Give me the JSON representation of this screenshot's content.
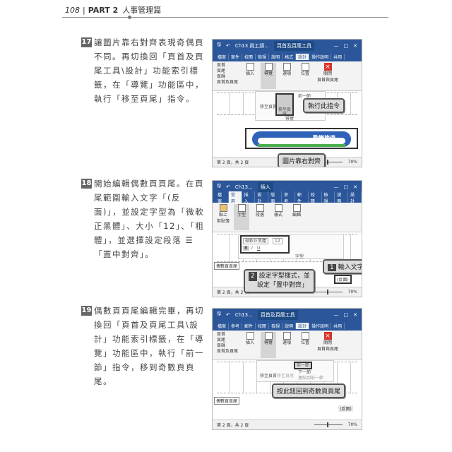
{
  "header": {
    "page_number": "108",
    "part": "PART 2",
    "chapter": "人事管理篇"
  },
  "steps": [
    {
      "number": "17",
      "text": "讓圖片靠右對齊表現奇偶頁不同。再切換回「頁首及頁尾工具\\設計」功能索引標籤，在「導覽」功能區中，執行「移至頁尾」指令。"
    },
    {
      "number": "18",
      "text": "開始編輯偶數頁頁尾。在頁尾範圍輸入文字「(反面)」，並設定字型為「微軟正黑體」、大小「12」、「粗體」，並選擇設定段落 ☰「置中對齊」。"
    },
    {
      "number": "19",
      "text": "偶數頁頁尾編輯完畢，再切換回「頁首及頁尾工具\\設計」功能索引標籤，在「導覽」功能區中，執行「前一節」指令，移到奇數頁頁尾。"
    }
  ],
  "shot1": {
    "title": "Ch13 員工請...",
    "context": "頁首及頁尾工具",
    "tabs": [
      "檔案",
      "案件",
      "校閱",
      "檢視",
      "說明",
      "格式",
      "設計",
      "操作說明",
      "共用"
    ],
    "ribbon": [
      "頁首",
      "頁尾",
      "頁碼",
      "頁首及頁尾",
      "插入",
      "導覽",
      "選項",
      "位置",
      "關閉",
      "頁首與頁尾",
      "關閉"
    ],
    "popup": {
      "goto_header": "移至頁首",
      "goto_footer": "移至頁尾",
      "prev": "前一節",
      "nav": "導覽"
    },
    "callout_run": "執行此指令",
    "callout_align": "圖片靠右對齊",
    "banner": "歡樂旅遊",
    "status": "第 2 頁，共 2 頁",
    "zoom": "70%"
  },
  "shot2": {
    "title": "Ch13...",
    "context": "插入",
    "tabs": [
      "檔案",
      "常用",
      "插入",
      "設計",
      "版面",
      "參考",
      "郵件",
      "校閱",
      "檢視",
      "說明",
      "設計"
    ],
    "ribbon": [
      "貼上",
      "字型",
      "段落",
      "樣式",
      "編輯",
      "剪貼簿"
    ],
    "font_name": "微軟正黑體",
    "font_size": "12",
    "font_group": "字型",
    "footer_label": "偶數頁頁尾",
    "footer_text": "(反面)",
    "callout1_num": "1",
    "callout1": "輸入文字",
    "callout2_num": "2",
    "callout2a": "設定字型樣式，並",
    "callout2b": "設定「置中對齊」",
    "status": "第 2 頁，共 2 頁",
    "zoom": "70%"
  },
  "shot3": {
    "title": "Ch13...",
    "context": "頁首及頁尾工具",
    "tabs": [
      "檔案",
      "參考",
      "郵件",
      "校閱",
      "檢視",
      "說明",
      "設計",
      "操作說明",
      "共用"
    ],
    "ribbon": [
      "頁首",
      "頁尾",
      "頁碼",
      "頁首及頁尾",
      "插入",
      "導覽",
      "選項",
      "位置",
      "關閉",
      "頁首與頁尾",
      "關閉"
    ],
    "popup": {
      "goto_header": "移至頁首",
      "goto_footer": "移至頁尾",
      "prev": "前一節",
      "next": "下一節",
      "link": "連結到前一節"
    },
    "callout": "按此鈕回到奇數頁頁尾",
    "footer_label": "偶數頁頁尾",
    "footer_text": "(反面)",
    "status": "第 2 頁，共 2 頁",
    "zoom": "70%"
  }
}
